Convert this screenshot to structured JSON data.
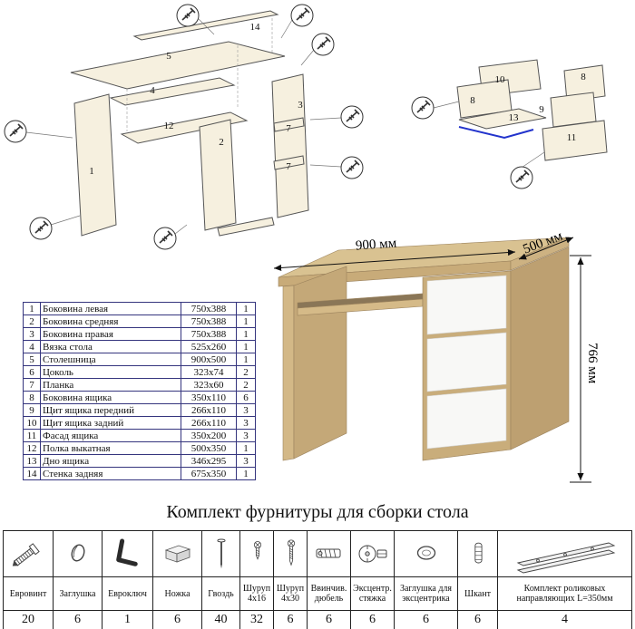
{
  "page": {
    "title": "Комплект фурнитуры для сборки стола"
  },
  "desk_view": {
    "dim_width": "900 мм",
    "dim_depth": "500 мм",
    "dim_height": "766 мм"
  },
  "parts": {
    "rows": [
      {
        "num": "1",
        "name": "Боковина левая",
        "size": "750x388",
        "qty": "1"
      },
      {
        "num": "2",
        "name": "Боковина средняя",
        "size": "750x388",
        "qty": "1"
      },
      {
        "num": "3",
        "name": "Боковина правая",
        "size": "750x388",
        "qty": "1"
      },
      {
        "num": "4",
        "name": "Вязка стола",
        "size": "525x260",
        "qty": "1"
      },
      {
        "num": "5",
        "name": "Столешница",
        "size": "900x500",
        "qty": "1"
      },
      {
        "num": "6",
        "name": "Цоколь",
        "size": "323x74",
        "qty": "2"
      },
      {
        "num": "7",
        "name": "Планка",
        "size": "323x60",
        "qty": "2"
      },
      {
        "num": "8",
        "name": "Боковина ящика",
        "size": "350x110",
        "qty": "6"
      },
      {
        "num": "9",
        "name": "Щит ящика передний",
        "size": "266x110",
        "qty": "3"
      },
      {
        "num": "10",
        "name": "Щит ящика задний",
        "size": "266x110",
        "qty": "3"
      },
      {
        "num": "11",
        "name": "Фасад ящика",
        "size": "350x200",
        "qty": "3"
      },
      {
        "num": "12",
        "name": "Полка выкатная",
        "size": "500x350",
        "qty": "1"
      },
      {
        "num": "13",
        "name": "Дно ящика",
        "size": "346x295",
        "qty": "3"
      },
      {
        "num": "14",
        "name": "Стенка задняя",
        "size": "675x350",
        "qty": "1"
      }
    ]
  },
  "hardware": {
    "items": [
      {
        "icon": "euroscrew-icon",
        "label": "Евровинт",
        "qty": "20"
      },
      {
        "icon": "cap-icon",
        "label": "Заглушка",
        "qty": "6"
      },
      {
        "icon": "hex-key-icon",
        "label": "Евроключ",
        "qty": "1"
      },
      {
        "icon": "foot-icon",
        "label": "Ножка",
        "qty": "6"
      },
      {
        "icon": "nail-icon",
        "label": "Гвоздь",
        "qty": "40"
      },
      {
        "icon": "screw-icon",
        "label": "Шуруп 4x16",
        "qty": "32"
      },
      {
        "icon": "screw-icon",
        "label": "Шуруп 4x30",
        "qty": "6"
      },
      {
        "icon": "screw-in-dowel-icon",
        "label": "Ввинчив. дюбель",
        "qty": "6"
      },
      {
        "icon": "cam-lock-icon",
        "label": "Эксцентр. стяжка",
        "qty": "6"
      },
      {
        "icon": "cam-cap-icon",
        "label": "Заглушка для эксцентрика",
        "qty": "6"
      },
      {
        "icon": "wood-dowel-icon",
        "label": "Шкант",
        "qty": "6"
      },
      {
        "icon": "drawer-slides-icon",
        "label": "Комплект роликовых направляющих L=350мм",
        "qty": "4"
      }
    ]
  },
  "diagrams": {
    "desk_labels": [
      "14",
      "5",
      "4",
      "12",
      "2",
      "3",
      "7",
      "7",
      "1"
    ],
    "drawer_labels": [
      "10",
      "8",
      "8",
      "9",
      "13",
      "11"
    ]
  },
  "colors": {
    "oak": "#d9c291",
    "drawer_white": "#f8f8f6",
    "groove_blue": "#2233cc",
    "table_border_blue": "#35357e"
  }
}
